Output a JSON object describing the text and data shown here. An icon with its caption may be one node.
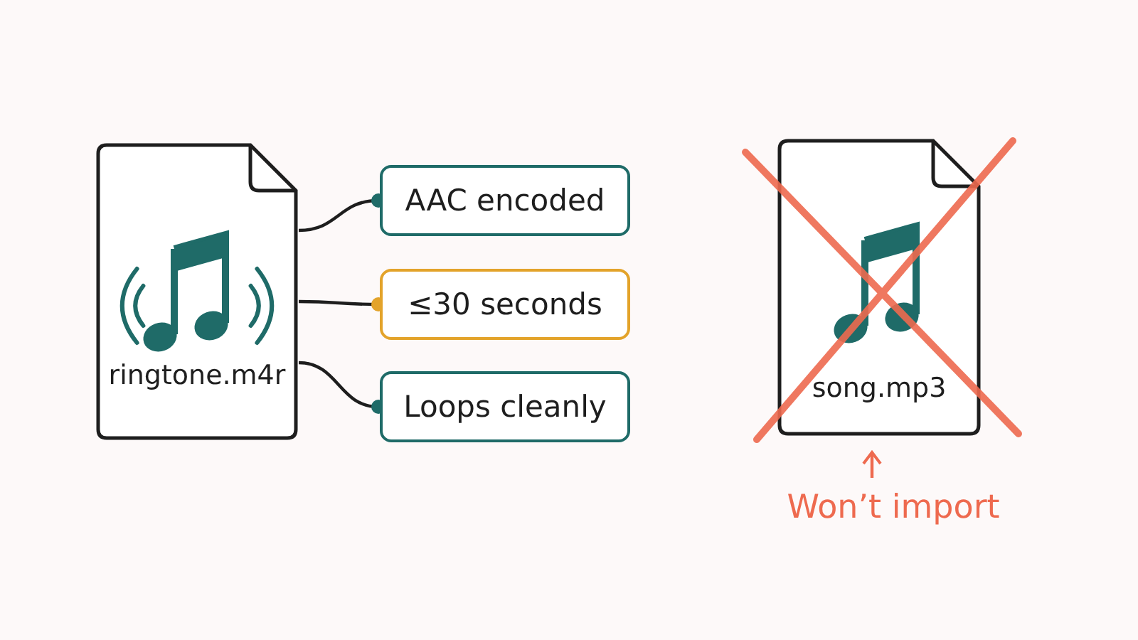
{
  "diagram": {
    "nodes": [
      {
        "text": [
          "ringtone.m4r"
        ]
      },
      {
        "text": [
          "AAC encoded"
        ]
      },
      {
        "text": [
          "≤30 seconds"
        ]
      },
      {
        "text": [
          "Loops cleanly"
        ]
      },
      {
        "text": [
          "song.mp3"
        ]
      },
      {
        "text": [
          "Won’t import"
        ]
      }
    ],
    "edges": [
      {
        "from": 0,
        "to": 1,
        "arrow": "other"
      },
      {
        "from": 0,
        "to": 2,
        "arrow": "other"
      },
      {
        "from": 0,
        "to": 3,
        "arrow": "other"
      },
      {
        "from": 5,
        "to": 4,
        "arrow": "to",
        "color": "#ee6a4f"
      }
    ]
  }
}
